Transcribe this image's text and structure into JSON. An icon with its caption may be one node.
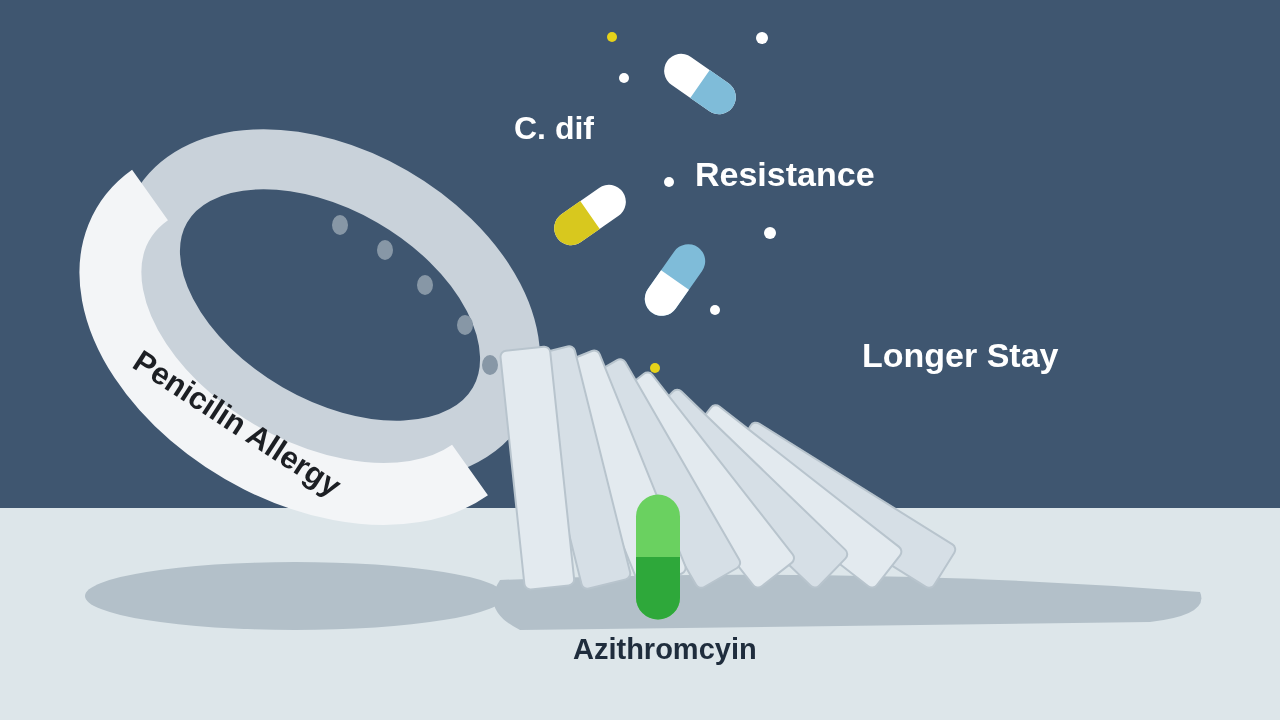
{
  "diagram": {
    "labels": [
      "Penicilin Allergy",
      "C. dif",
      "Resistance",
      "Longer Stay",
      "Azithromcyin"
    ]
  }
}
